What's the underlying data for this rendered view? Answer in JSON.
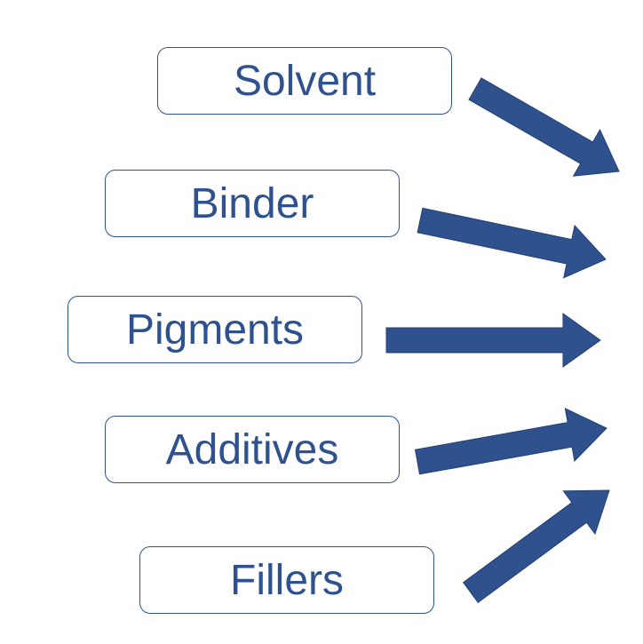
{
  "colors": {
    "accent": "#2F528F"
  },
  "components": [
    {
      "label": "Solvent"
    },
    {
      "label": "Binder"
    },
    {
      "label": "Pigments"
    },
    {
      "label": "Additives"
    },
    {
      "label": "Fillers"
    }
  ]
}
